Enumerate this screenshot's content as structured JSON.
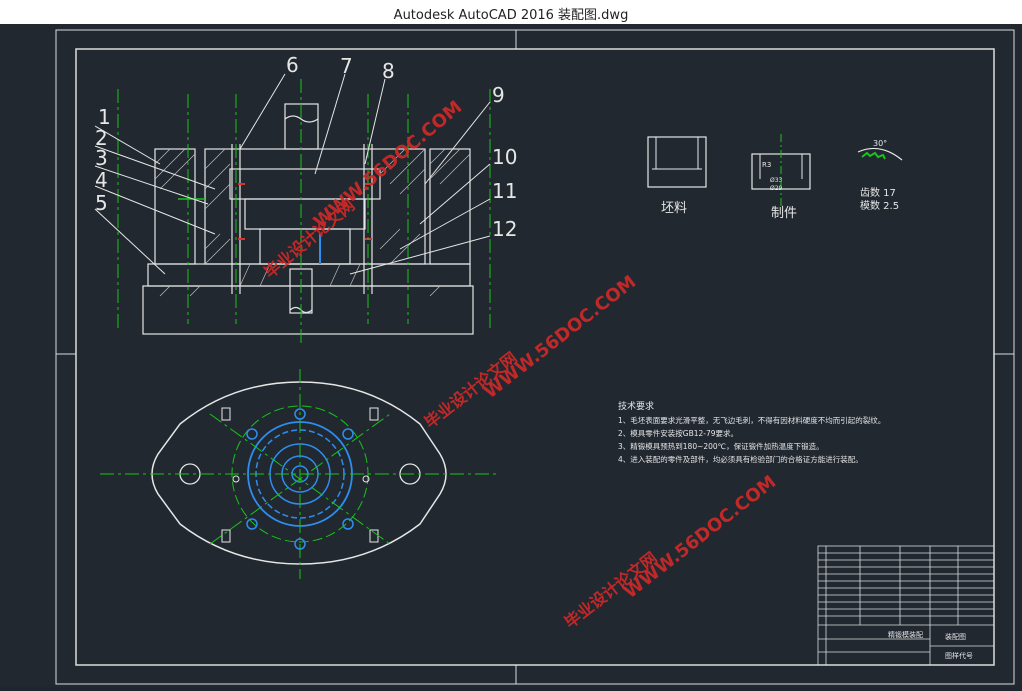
{
  "window": {
    "title": "Autodesk AutoCAD 2016     装配图.dwg"
  },
  "part_labels": [
    "1",
    "2",
    "3",
    "4",
    "5",
    "6",
    "7",
    "8",
    "9",
    "10",
    "11",
    "12"
  ],
  "views": {
    "blank_label": "坯料",
    "part_label": "制件"
  },
  "dimensions": {
    "d1": "Ø33",
    "d2": "Ø29",
    "h": "R3",
    "angle": "30°",
    "lines": [
      "齿数 17",
      "模数 2.5"
    ]
  },
  "tech_requirements": {
    "title": "技术要求",
    "items": [
      "1、毛坯表面要求光滑平整，无飞边毛刺，不得有因材料硬度不均而引起的裂纹。",
      "2、模具零件安装按GB12-79要求。",
      "3、精锻模具预热到180~200℃，保证锻件加热温度下锻造。",
      "4、进入装配的零件及部件，均必须具有检验部门的合格证方能进行装配。"
    ]
  },
  "watermarks": {
    "site": "WWW.56DOC.COM",
    "name": "毕业设计论文网"
  },
  "title_block": {
    "drawing_name": "精锻模装配",
    "sheet": "装配图",
    "code": "图样代号"
  },
  "colors": {
    "white": "#e6e6e6",
    "green": "#18c418",
    "blue": "#2f8df0",
    "red": "#e0322c",
    "watermark": "#d32a28"
  }
}
